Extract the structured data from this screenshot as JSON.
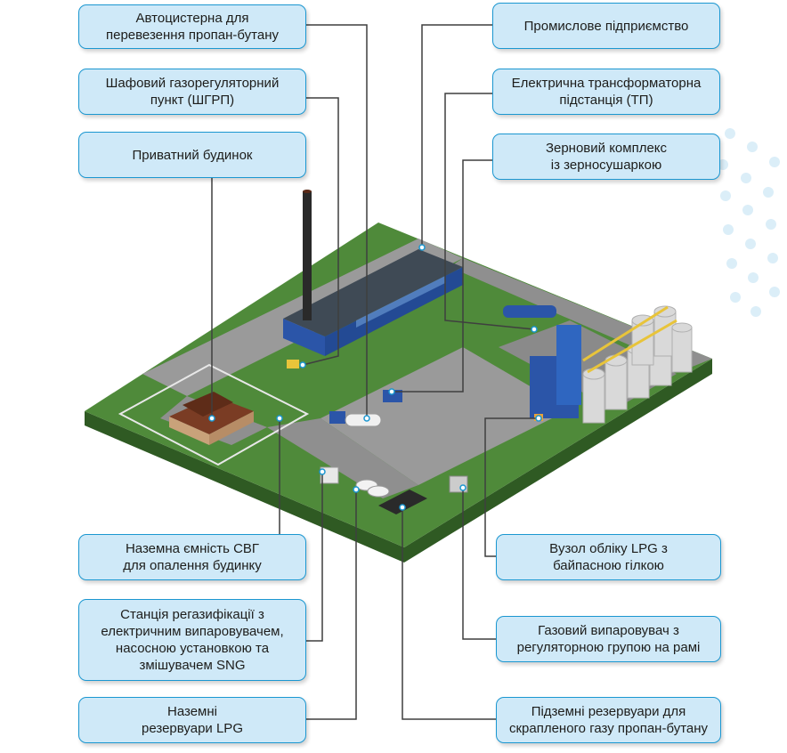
{
  "labels": {
    "tanker_truck": "Автоцистерна для\nперевезення пропан-бутану",
    "gas_regulator_cabinet": "Шафовий газорегуляторний\nпункт (ШГРП)",
    "private_house": "Приватний будинок",
    "ground_tank_house": "Наземна ємність СВГ\nдля опалення будинку",
    "regasification_station": "Станція регазифікації з\nелектричним випаровувачем,\nнасосною установкою та\nзмішувачем SNG",
    "ground_lpg_tanks": "Наземні\nрезервуари LPG",
    "industrial_enterprise": "Промислове підприємство",
    "transformer_substation": "Електрична трансформаторна\nпідстанція (ТП)",
    "grain_complex": "Зерновий комплекс\nіз зерносушаркою",
    "lpg_metering_unit": "Вузол обліку LPG з\nбайпасною гілкою",
    "gas_evaporator": "Газовий випаровувач з\nрегуляторною групою на рамі",
    "underground_tanks": "Підземні резервуари для\nскрапленого газу пропан-бутану"
  },
  "colors": {
    "box_fill": "#cfe9f8",
    "box_border": "#1b97d1",
    "leader_line": "#3f3f3f",
    "grass": "#4f8a3a",
    "road": "#9a9a9a",
    "building_blue": "#2b55a8",
    "accent_dots": "#dbeef8"
  },
  "icons": [
    "chimney-icon",
    "factory-icon",
    "house-icon",
    "silo-icon",
    "tanker-truck-icon",
    "tank-icon"
  ]
}
